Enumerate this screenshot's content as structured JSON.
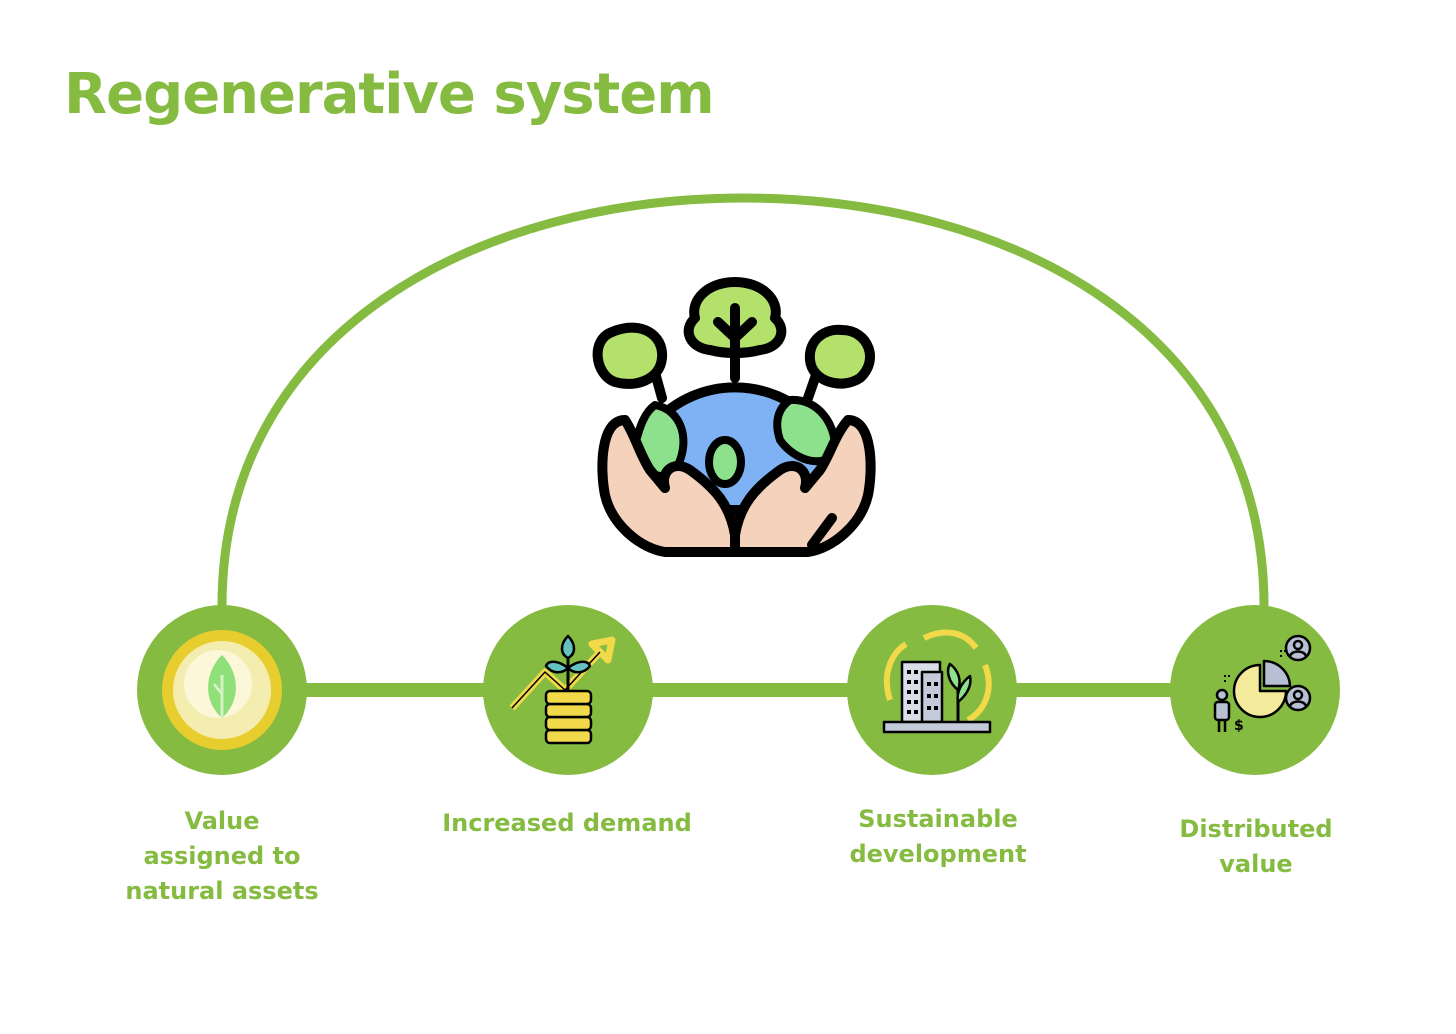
{
  "title": "Regenerative system",
  "colors": {
    "accent": "#86bb41",
    "globe": "#7fb2f4",
    "land": "#8de08c",
    "tree": "#b4e06c",
    "hand": "#f4d2bb",
    "coin": "#f1d949",
    "outline": "#000000"
  },
  "stages": [
    {
      "label": "Value\nassigned to\nnatural assets",
      "icon": "leaf-coin-icon"
    },
    {
      "label": "Increased demand",
      "icon": "growth-coins-icon"
    },
    {
      "label": "Sustainable\ndevelopment",
      "icon": "sustainable-city-icon"
    },
    {
      "label": "Distributed\nvalue",
      "icon": "distributed-value-icon"
    }
  ],
  "center_icon": "hands-holding-earth-icon"
}
